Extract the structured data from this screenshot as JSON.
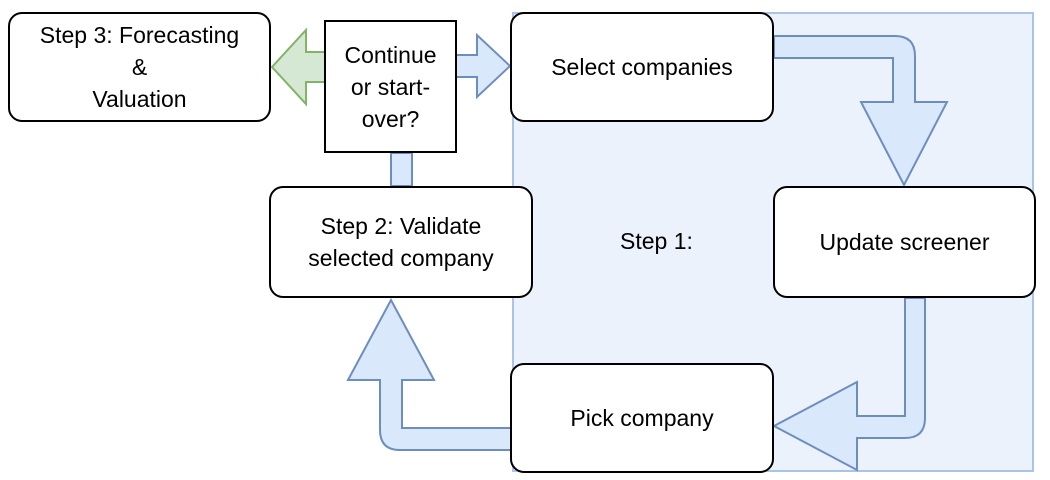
{
  "diagram": {
    "region": {
      "label": "Step 1:"
    },
    "nodes": {
      "step3": "Step 3: Forecasting\n&\nValuation",
      "decision": "Continue\nor start-\nover?",
      "select": "Select companies",
      "update": "Update screener",
      "pick": "Pick company",
      "step2": "Step 2: Validate\nselected company"
    },
    "colors": {
      "arrow_blue_fill": "#dae8fc",
      "arrow_blue_stroke": "#6c8ebf",
      "arrow_green_fill": "#d5e8d4",
      "arrow_green_stroke": "#82b366",
      "region_fill": "#ebf2fc",
      "region_stroke": "#a9c4e8"
    }
  }
}
